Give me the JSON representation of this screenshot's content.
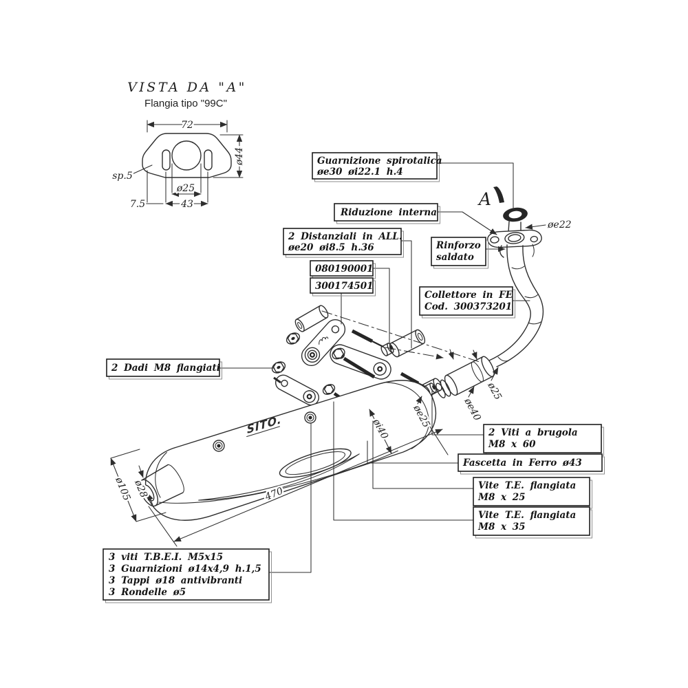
{
  "title_block": {
    "view_title": "VISTA DA \"A\"",
    "view_subtitle": "Flangia tipo \"99C\""
  },
  "flange_view": {
    "dim_width": "72",
    "dim_height": "ø44",
    "dim_hole": "ø25",
    "dim_spacing": "43",
    "dim_offset": "7.5",
    "dim_thickness": "sp.5"
  },
  "view_arrow_label": "A",
  "brand_logo": "SITO.",
  "callouts": {
    "guarnizione": {
      "line1": "Guarnizione spirotalica",
      "line2": "øe30 øi22.1 h.4"
    },
    "riduzione": {
      "line1": "Riduzione interna"
    },
    "distanziali": {
      "line1": "2 Distanziali in ALL.",
      "line2": "øe20 øi8.5 h.36"
    },
    "codice_1": {
      "line1": "080190001"
    },
    "codice_2": {
      "line1": "300174501"
    },
    "rinforzo": {
      "line1": "Rinforzo",
      "line2": "saldato"
    },
    "collettore": {
      "line1": "Collettore in FE",
      "line2": "Cod. 300373201"
    },
    "dadi": {
      "line1": "2 Dadi M8 flangiati"
    },
    "viti_brugola": {
      "line1": "2 Viti a brugola",
      "line2": "M8 x 60"
    },
    "fascetta": {
      "line1": "Fascetta in Ferro ø43"
    },
    "vite_te_25": {
      "line1": "Vite T.E. flangiata",
      "line2": "M8 x 25"
    },
    "vite_te_35": {
      "line1": "Vite T.E. flangiata",
      "line2": "M8 x 35"
    },
    "kit_fissaggio": {
      "line1": "3 viti T.B.E.I. M5x15",
      "line2": "3 Guarnizioni ø14x4,9 h.1,5",
      "line3": "3 Tappi ø18 antivibranti",
      "line4": "3 Rondelle ø5"
    }
  },
  "dimensions": {
    "gasket_od": "øe22",
    "pipe_od": "ø25",
    "sleeve_od": "øe40",
    "stub_od": "øe25",
    "clamp_id": "øi40",
    "muffler_length": "470",
    "muffler_diameter": "ø105",
    "tailpipe_diameter": "ø28"
  },
  "colors": {
    "background": "#ffffff",
    "line": "#2e2e2e",
    "box_border": "#1d1d1d",
    "ghost_line": "#8e8e8e"
  }
}
